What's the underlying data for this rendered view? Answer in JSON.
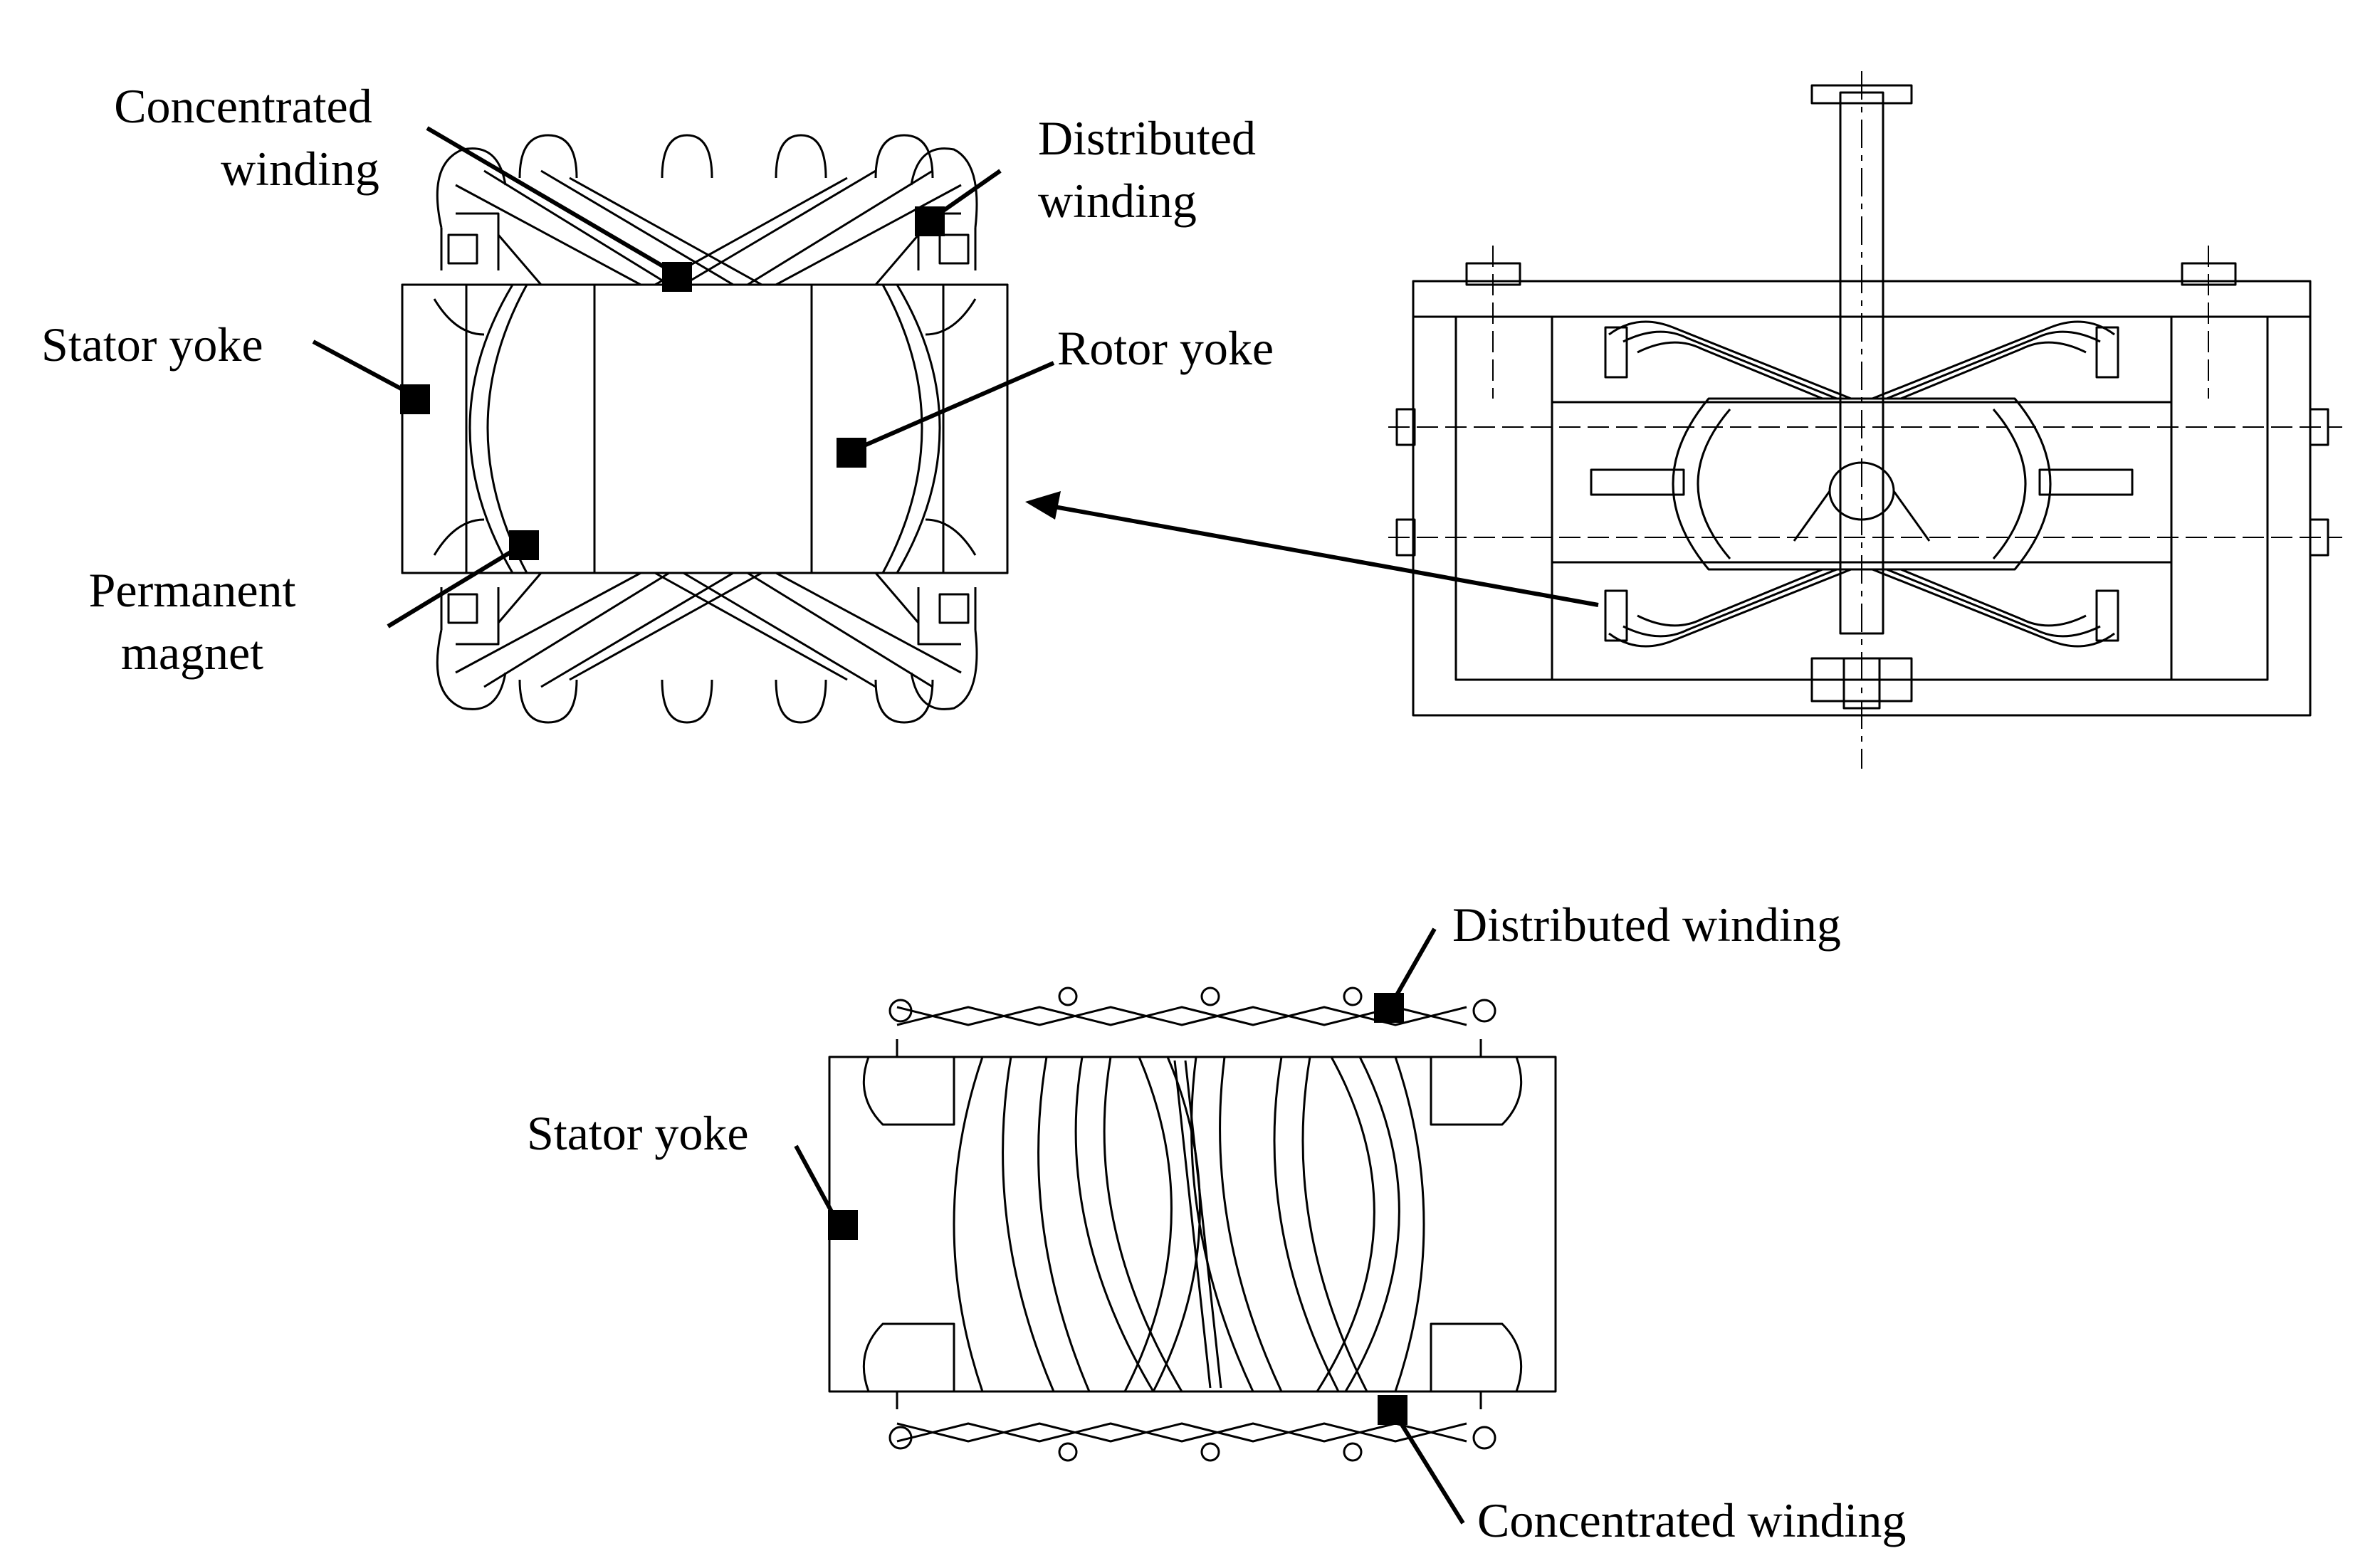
{
  "labels": {
    "top_left": {
      "concentrated_winding": [
        "Concentrated",
        "winding"
      ],
      "distributed_winding": [
        "Distributed",
        "winding"
      ],
      "stator_yoke": "Stator yoke",
      "rotor_yoke": "Rotor yoke",
      "permanent_magnet": [
        "Permanent",
        "magnet"
      ]
    },
    "bottom": {
      "distributed_winding": "Distributed winding",
      "stator_yoke": "Stator yoke",
      "concentrated_winding": "Concentrated winding"
    }
  },
  "colors": {
    "ink": "#000000",
    "background": "#ffffff"
  }
}
